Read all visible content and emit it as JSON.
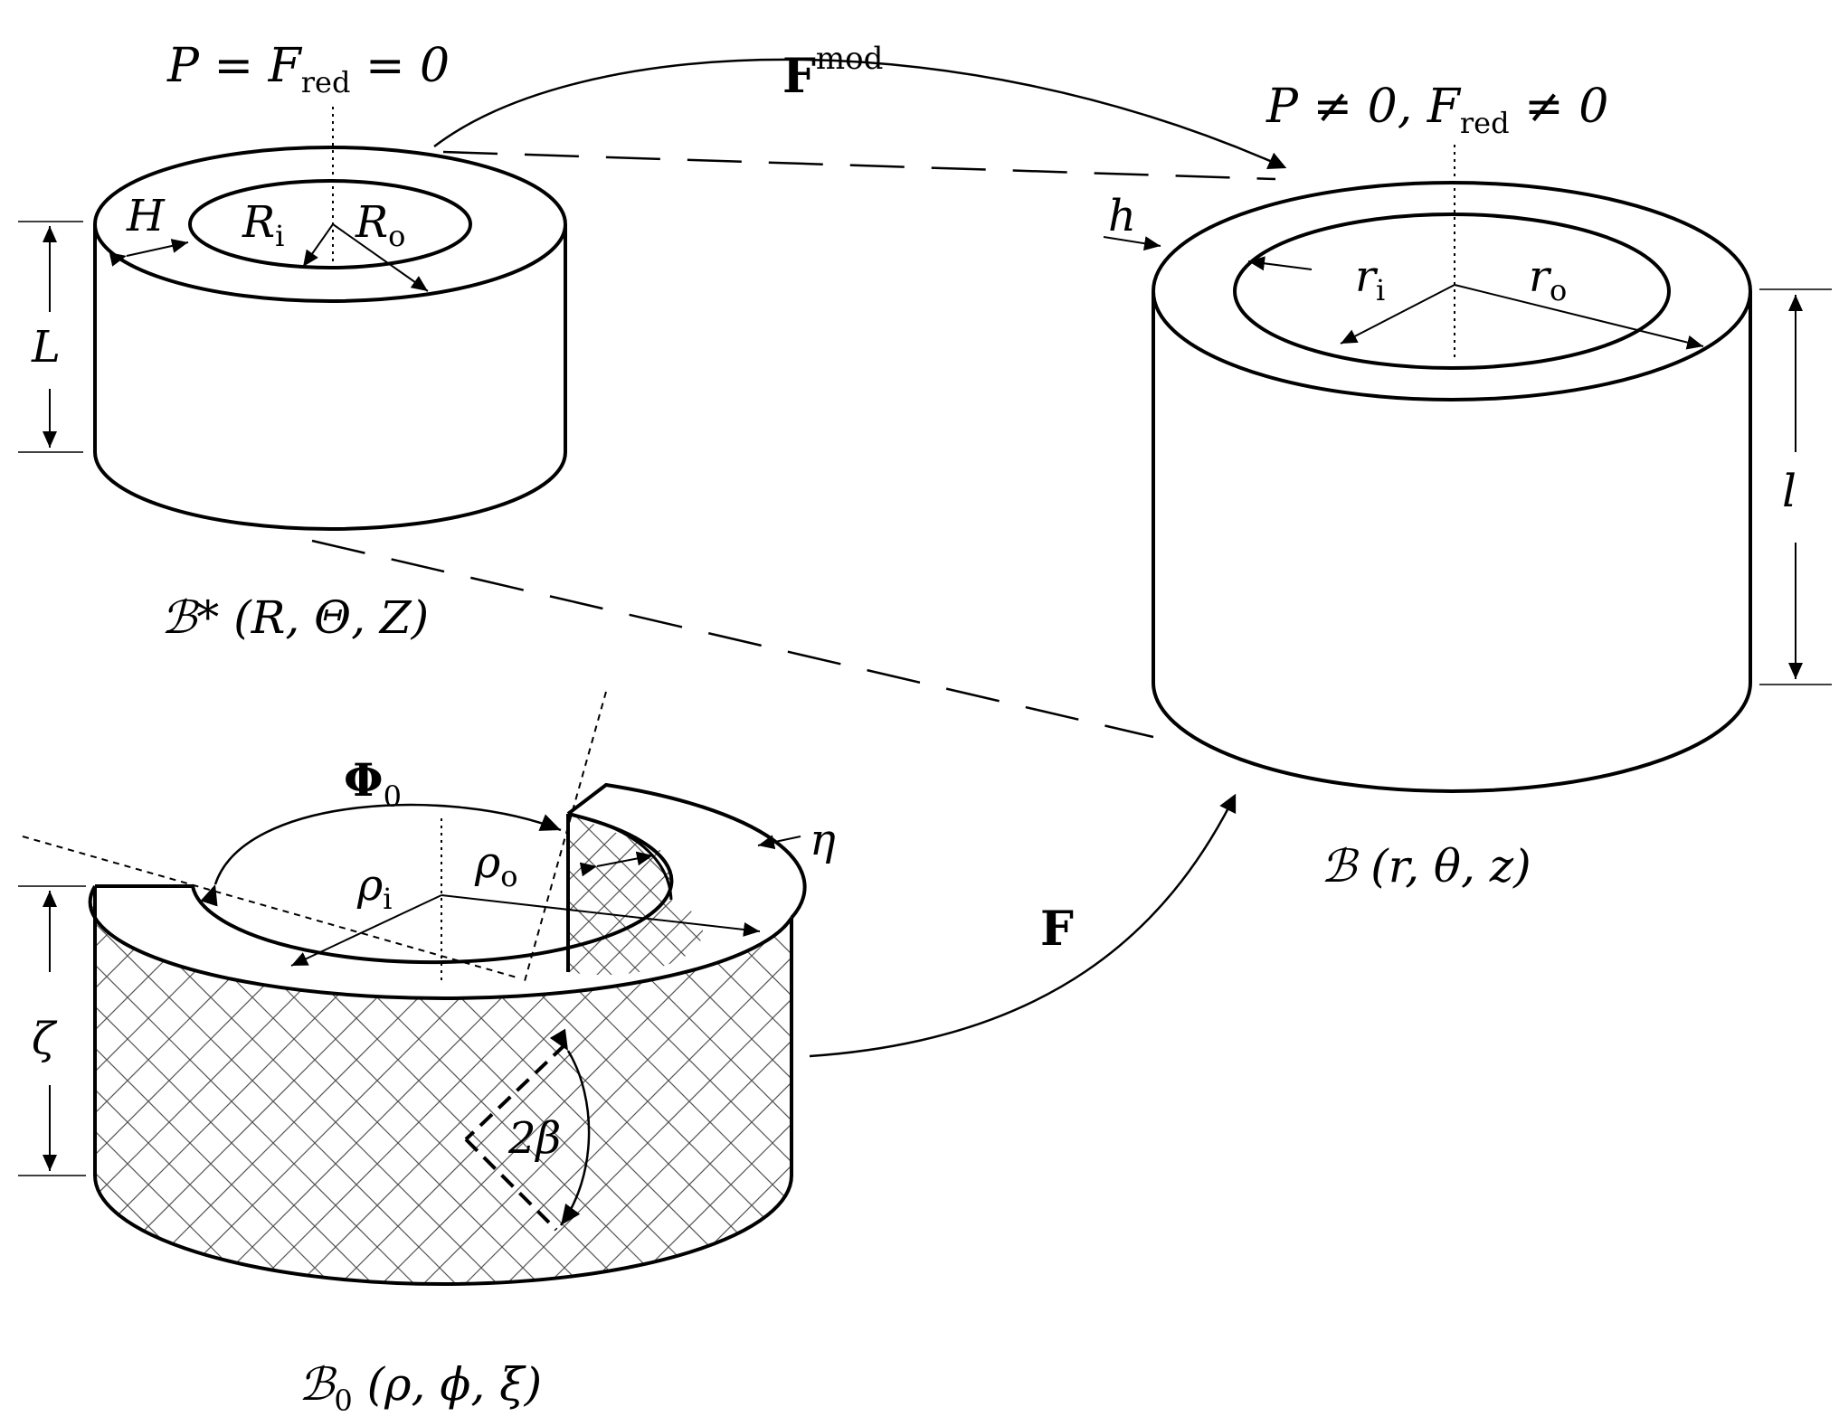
{
  "labels": {
    "top_left_condition": "P = F",
    "top_left_condition_sub": "red",
    "top_left_condition_tail": " = 0",
    "top_right_condition_a": "P ≠ 0, F",
    "top_right_condition_sub": "red",
    "top_right_condition_b": " ≠ 0",
    "map_mod": "F",
    "map_mod_sup": "mod",
    "map_f": "F",
    "body_star": "ℬ* (R, Θ, Z)",
    "body_current": "ℬ (r, θ, z)",
    "body_zero_main": "ℬ",
    "body_zero_sub": "0",
    "body_zero_args": " (ρ, ϕ, ξ)",
    "H": "H",
    "L": "L",
    "R_i": "R",
    "R_i_sub": "i",
    "R_o": "R",
    "R_o_sub": "o",
    "h": "h",
    "l": "l",
    "r_i": "r",
    "r_i_sub": "i",
    "r_o": "r",
    "r_o_sub": "o",
    "Phi0": "Φ",
    "Phi0_sub": "0",
    "rho_i": "ρ",
    "rho_i_sub": "i",
    "rho_o": "ρ",
    "rho_o_sub": "o",
    "eta": "η",
    "zeta": "ζ",
    "two_beta": "2β"
  },
  "colors": {
    "ink": "#000000",
    "background": "#ffffff",
    "hatch": "#555555"
  }
}
